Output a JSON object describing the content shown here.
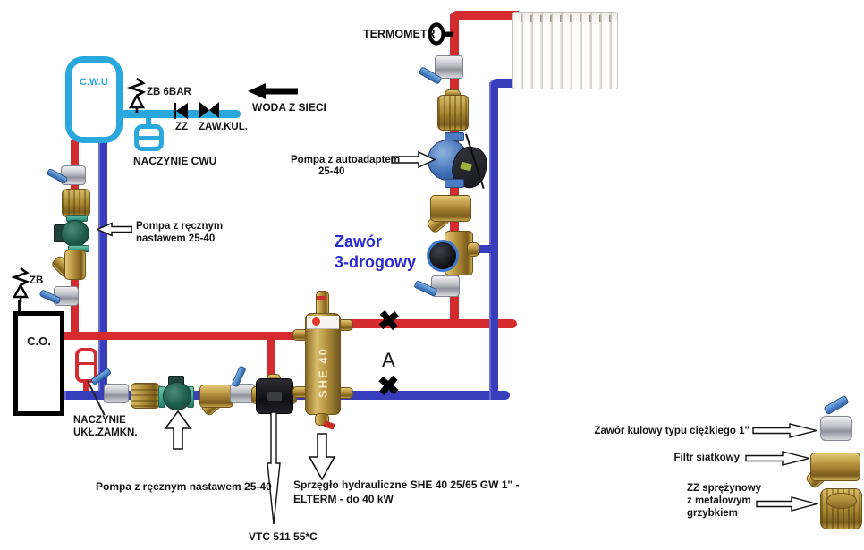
{
  "colors": {
    "pipe_red": "#d32b2e",
    "pipe_blue": "#383dbb",
    "pipe_cyan": "#2aa7dd",
    "valve_text_blue": "#2a2ad0",
    "brass": "#b38c3a",
    "label": "#151515"
  },
  "cwu": {
    "tank": "C.W.U",
    "safety_valve": "ZB 6BAR",
    "check_valve": "ZZ",
    "ball_valve": "ZAW.KUL.",
    "water_mains": "WODA Z SIECI",
    "vessel": "NACZYNIE CWU",
    "pump_line1": "Pompa z ręcznym",
    "pump_line2": "nastawem 25-40"
  },
  "boiler": {
    "name": "C.O.",
    "safety_valve": "ZB",
    "vessel_line1": "NACZYNIE",
    "vessel_line2": "UKŁ.ZAMKN."
  },
  "floor_circuit": {
    "pump": "Pompa z ręcznym nastawem 25-40",
    "mixing_valve": "VTC 511 55*C",
    "separator_body": "SHE 40",
    "separator_line1": "Sprzęgło hydrauliczne SHE 40 25/65 GW 1\" -",
    "separator_line2": "ELTERM - do 40 kW",
    "marker_a": "A"
  },
  "radiator_circuit": {
    "thermometer": "TERMOMETR",
    "pump_line1": "Pompa z autoadaptem",
    "pump_line2": "25-40",
    "valve_line1": "Zawór",
    "valve_line2": "3-drogowy"
  },
  "legend": {
    "ball_valve": "Zawór kulowy typu ciężkiego 1\"",
    "strainer": "Filtr siatkowy",
    "check_line1": "ZZ sprężynowy",
    "check_line2": "z metalowym",
    "check_line3": "grzybkiem"
  },
  "icons": {
    "closed_valve": "✖"
  }
}
